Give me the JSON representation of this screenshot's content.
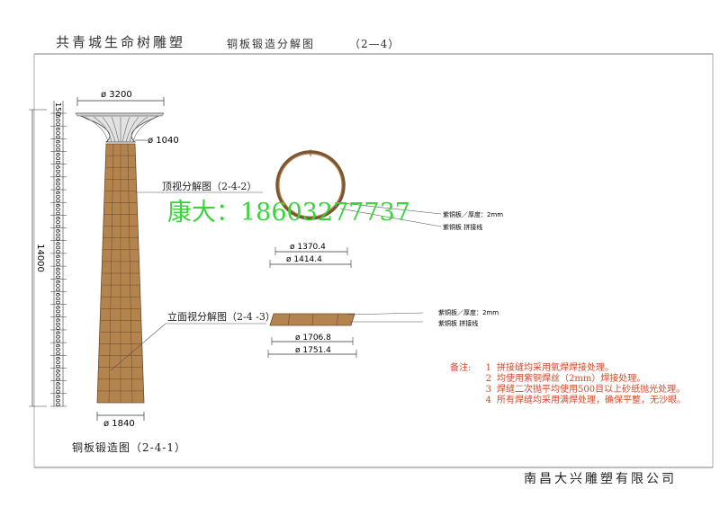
{
  "header": {
    "title": "共青城生命树雕塑",
    "subtitle": "铜板锻造分解图",
    "code": "（2—4）"
  },
  "tree": {
    "top_diameter": "ø 3200",
    "neck_diameter": "ø 1040",
    "base_diameter": "ø 1840",
    "total_height": "14000",
    "top_segment": "150",
    "segment_label": "600",
    "caption": "铜板锻造图（2-4-1）"
  },
  "top_view": {
    "label": "顶视分解图（2-4-2）",
    "inner_diameter": "ø 1370.4",
    "outer_diameter": "ø 1414.4",
    "callout_thickness": "紫铜板／厚度：2mm",
    "callout_seam": "紫铜板 拼接线"
  },
  "elevation_view": {
    "label": "立面视分解图（2-4 -3）",
    "inner_diameter": "ø 1706.8",
    "outer_diameter": "ø 1751.4",
    "callout_thickness": "紫铜板／厚度：2mm",
    "callout_seam": "紫铜板 拼接线"
  },
  "watermark": "康大：18603277737",
  "notes": {
    "heading": "备注:",
    "items": [
      {
        "num": "1",
        "text": "拼接缝均采用氧焊焊接处理。"
      },
      {
        "num": "2",
        "text": "均使用紫铜焊丝（2mm）焊接处理。"
      },
      {
        "num": "3",
        "text": "焊缝二次抛平均使用500目以上砂纸抛光处理。"
      },
      {
        "num": "4",
        "text": "所有焊缝均采用满焊处理，确保平整，无沙眼。"
      }
    ]
  },
  "company": "南昌大兴雕塑有限公司",
  "colors": {
    "copper": "#b4844f",
    "copper_dark": "#7a5530",
    "notes": "#d2492a",
    "watermark": "#38d43a"
  }
}
